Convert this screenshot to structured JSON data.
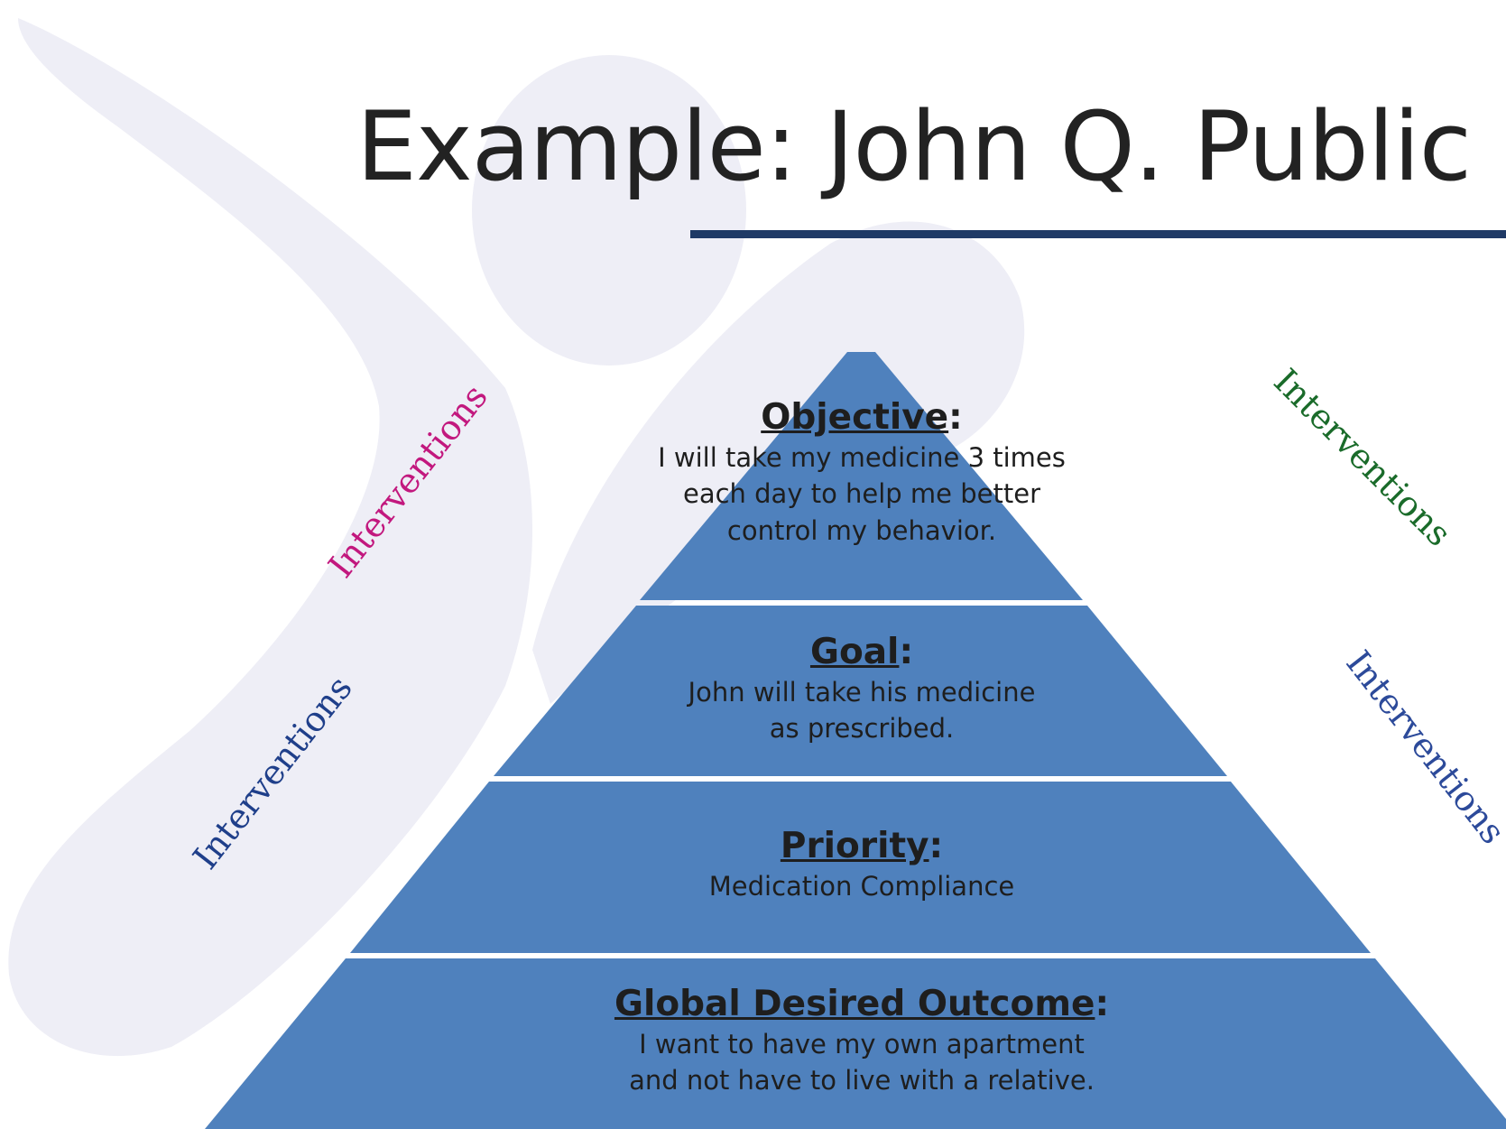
{
  "slide": {
    "title": "Example:  John Q. Public"
  },
  "pyramid": {
    "fill_color": "#4f81bd",
    "tiers": [
      {
        "heading": "Objective",
        "colon": ":",
        "body": [
          "I will take my medicine 3 times",
          "each day to help me better",
          "control my behavior."
        ]
      },
      {
        "heading": "Goal",
        "colon": ":",
        "body": [
          "John will take his medicine",
          "as prescribed."
        ]
      },
      {
        "heading": "Priority",
        "colon": ":",
        "body": [
          "Medication Compliance"
        ]
      },
      {
        "heading": "Global Desired Outcome",
        "colon": ":",
        "body": [
          "I want to have my own apartment",
          "and not have to live with a relative."
        ]
      }
    ]
  },
  "interventions": [
    {
      "text": "Interventions",
      "color": "#c2187e"
    },
    {
      "text": "Interventions",
      "color": "#1f3f8a"
    },
    {
      "text": "Interventions",
      "color": "#1a6b2a"
    },
    {
      "text": "Interventions",
      "color": "#2c4a9a"
    }
  ]
}
